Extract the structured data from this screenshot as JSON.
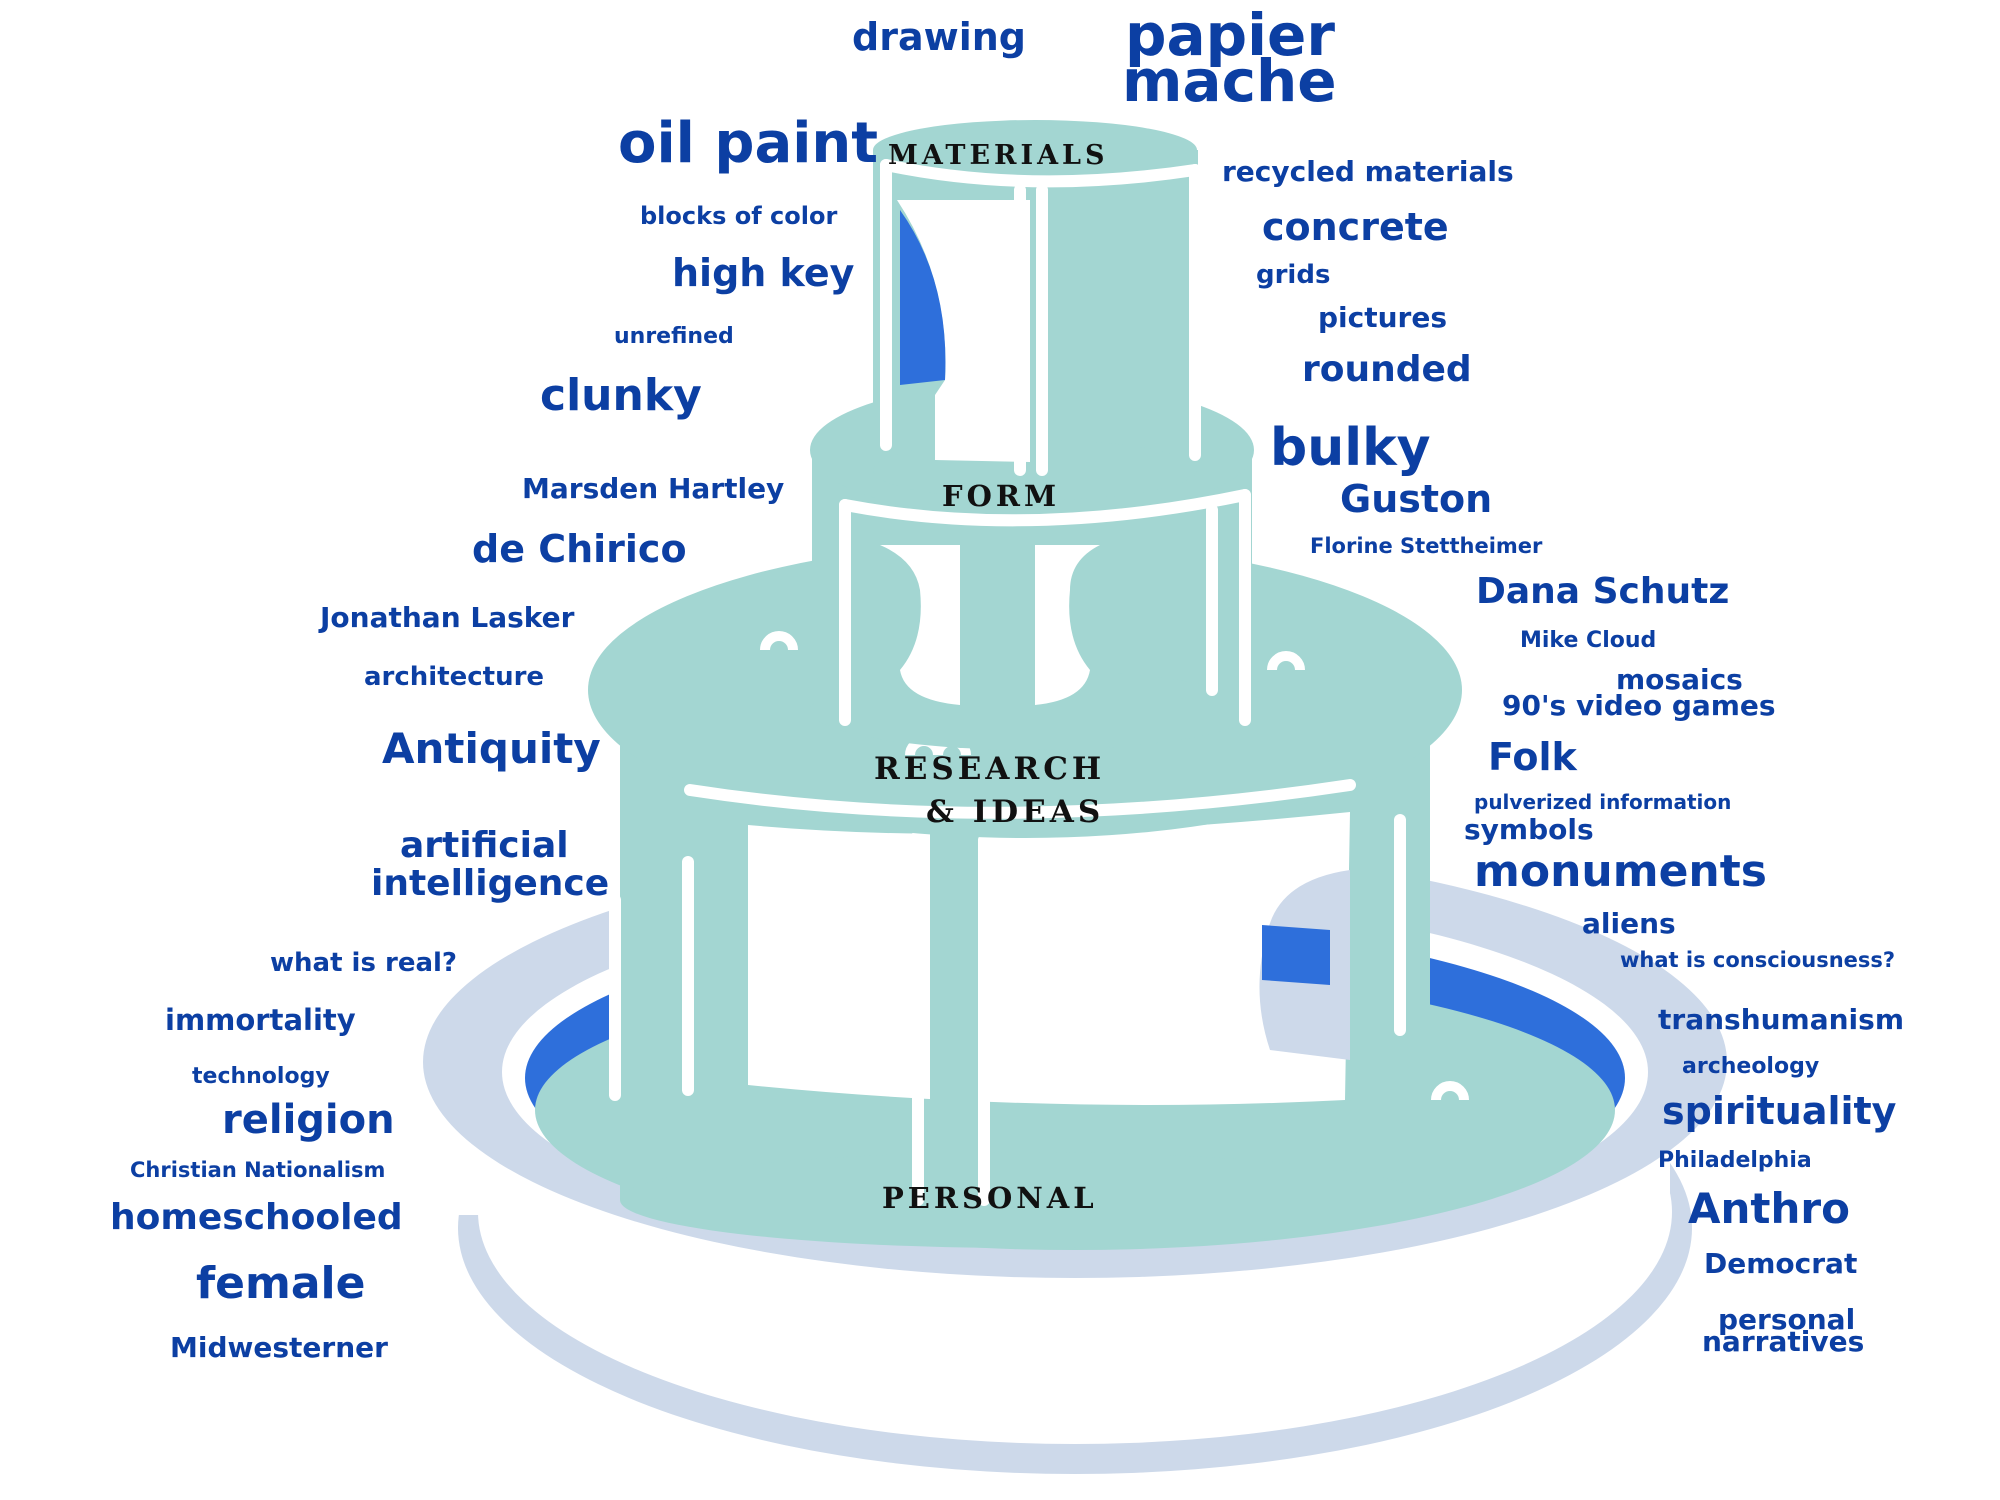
{
  "colors": {
    "teal": "#a3d6d2",
    "lavender": "#cdd9ea",
    "blue_accent": "#2e6fdb",
    "word_blue": "#0c3fa3",
    "label_black": "#111111",
    "background": "#ffffff"
  },
  "tiers": {
    "materials": "MATERIALS",
    "form": "FORM",
    "research_line1": "RESEARCH",
    "research_line2": "& IDEAS",
    "personal": "PERSONAL"
  },
  "words": {
    "drawing": "drawing",
    "papier": "papier",
    "mache": "mache",
    "oil_paint": "oil paint",
    "recycled_materials": "recycled materials",
    "blocks_of_color": "blocks of color",
    "concrete": "concrete",
    "high_key": "high key",
    "grids": "grids",
    "pictures": "pictures",
    "unrefined": "unrefined",
    "rounded": "rounded",
    "clunky": "clunky",
    "bulky": "bulky",
    "marsden_hartley": "Marsden Hartley",
    "guston": "Guston",
    "de_chirico": "de Chirico",
    "florine_stettheimer": "Florine Stettheimer",
    "dana_schutz": "Dana Schutz",
    "jonathan_lasker": "Jonathan Lasker",
    "mike_cloud": "Mike Cloud",
    "architecture": "architecture",
    "mosaics": "mosaics",
    "video_games": "90's video games",
    "antiquity": "Antiquity",
    "folk": "Folk",
    "pulverized_information": "pulverized information",
    "artificial": "artificial",
    "intelligence": "intelligence",
    "symbols": "symbols",
    "monuments": "monuments",
    "aliens": "aliens",
    "what_is_real": "what is real?",
    "what_is_consciousness": "what is consciousness?",
    "immortality": "immortality",
    "transhumanism": "transhumanism",
    "technology": "technology",
    "archeology": "archeology",
    "religion": "religion",
    "spirituality": "spirituality",
    "christian_nationalism": "Christian Nationalism",
    "philadelphia": "Philadelphia",
    "homeschooled": "homeschooled",
    "anthro": "Anthro",
    "female": "female",
    "democrat": "Democrat",
    "midwesterner": "Midwesterner",
    "personal": "personal",
    "narratives": "narratives"
  }
}
